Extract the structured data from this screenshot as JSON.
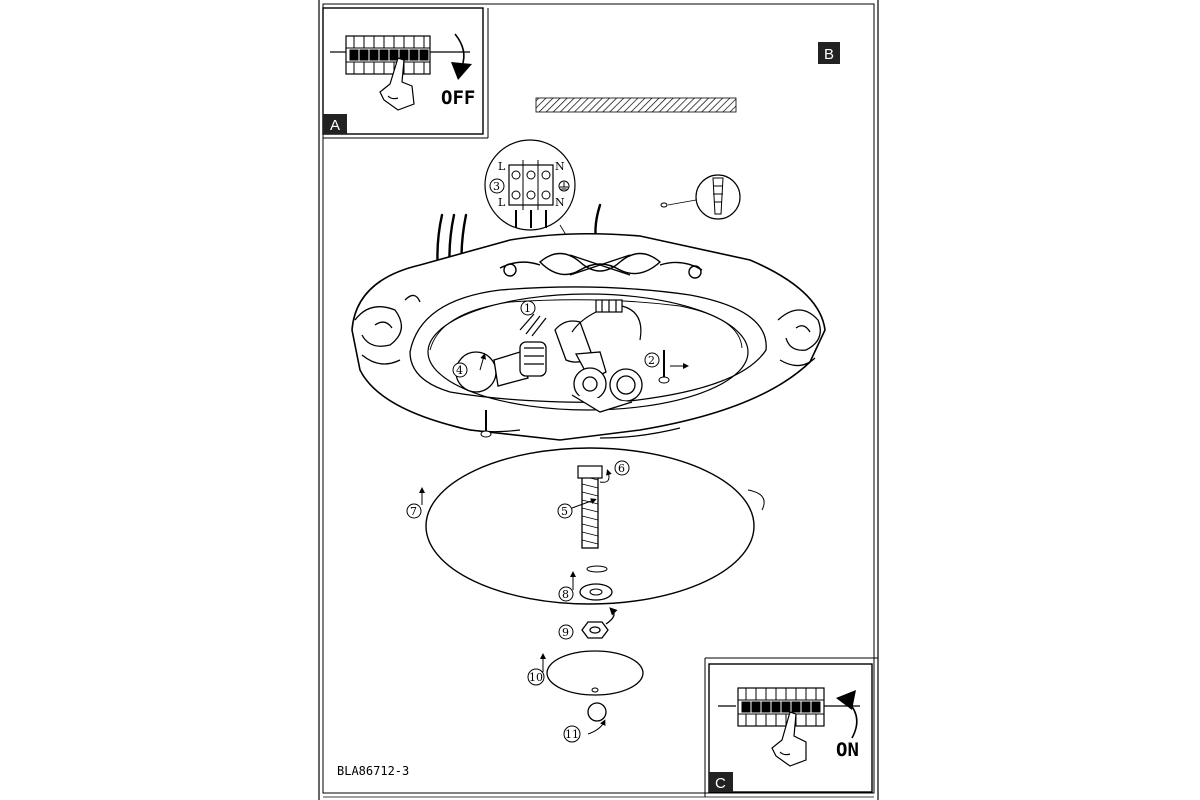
{
  "panels": {
    "a": {
      "letter": "A",
      "state": "OFF"
    },
    "b": {
      "letter": "B"
    },
    "c": {
      "letter": "C",
      "state": "ON"
    }
  },
  "terminal_block": {
    "top_labels": [
      "L",
      "N"
    ],
    "bottom_labels": [
      "L",
      "N"
    ],
    "step": "3"
  },
  "steps": [
    "1",
    "2",
    "4",
    "5",
    "6",
    "7",
    "8",
    "9",
    "10",
    "11"
  ],
  "doc_code": "BLA86712-3",
  "icons": [
    "breaker-icon",
    "hand-icon",
    "rotate-arrow-icon",
    "wall-plug-icon",
    "screw-icon",
    "ground-icon",
    "bulb-icon"
  ]
}
